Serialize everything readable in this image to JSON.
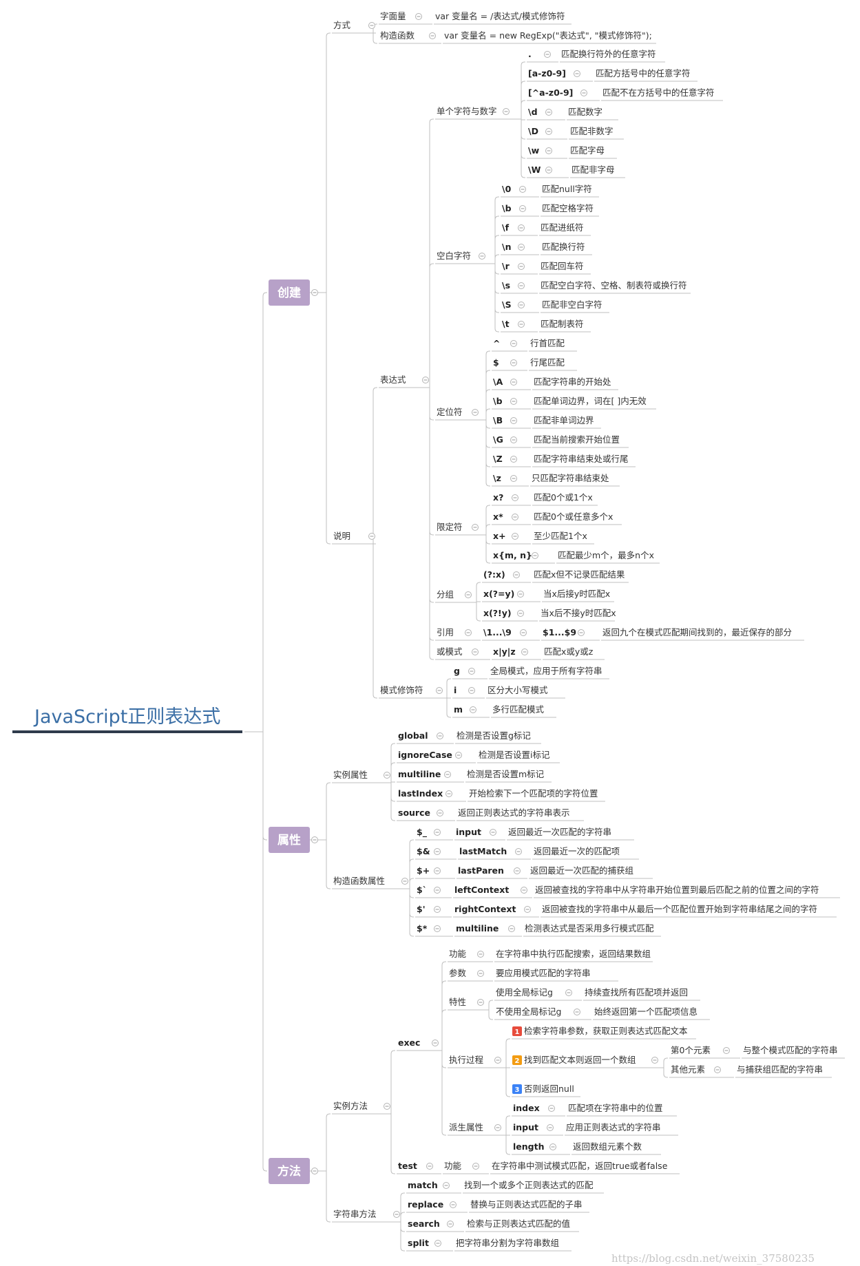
{
  "root": "JavaScript正则表达式",
  "watermark": "https://blog.csdn.net/weixin_37580235",
  "colors": {
    "root_text": "#3a6ea5",
    "level1_box": "#b7a1c8",
    "lines": "#bfbfbf",
    "badge1": "#e74c3c",
    "badge2": "#f39c12",
    "badge3": "#3b82f6"
  },
  "nodes": {
    "c": "创建",
    "p": "属性",
    "m": "方法",
    "c_fs": "方式",
    "c_fs_1": "字面量",
    "c_fs_1a": "var 变量名 = /表达式/模式修饰符",
    "c_fs_2": "构造函数",
    "c_fs_2a": "var 变量名 = new RegExp(\"表达式\", \"模式修饰符\");",
    "c_sm": "说明",
    "c_bds": "表达式",
    "dz": "单个字符与数字",
    "dz1": ".",
    "dz1a": "匹配换行符外的任意字符",
    "dz2": "[a-z0-9]",
    "dz2a": "匹配方括号中的任意字符",
    "dz3": "[^a-z0-9]",
    "dz3a": "匹配不在方括号中的任意字符",
    "dz4": "\\d",
    "dz4a": "匹配数字",
    "dz5": "\\D",
    "dz5a": "匹配非数字",
    "dz6": "\\w",
    "dz6a": "匹配字母",
    "dz7": "\\W",
    "dz7a": "匹配非字母",
    "kb": "空白字符",
    "kb1": "\\0",
    "kb1a": "匹配null字符",
    "kb2": "\\b",
    "kb2a": "匹配空格字符",
    "kb3": "\\f",
    "kb3a": "匹配进纸符",
    "kb4": "\\n",
    "kb4a": "匹配换行符",
    "kb5": "\\r",
    "kb5a": "匹配回车符",
    "kb6": "\\s",
    "kb6a": "匹配空白字符、空格、制表符或换行符",
    "kb7": "\\S",
    "kb7a": "匹配非空白字符",
    "kb8": "\\t",
    "kb8a": "匹配制表符",
    "dw": "定位符",
    "dw1": "^",
    "dw1a": "行首匹配",
    "dw2": "$",
    "dw2a": "行尾匹配",
    "dw3": "\\A",
    "dw3a": "匹配字符串的开始处",
    "dw4": "\\b",
    "dw4a": "匹配单词边界，词在[ ]内无效",
    "dw5": "\\B",
    "dw5a": "匹配非单词边界",
    "dw6": "\\G",
    "dw6a": "匹配当前搜索开始位置",
    "dw7": "\\Z",
    "dw7a": "匹配字符串结束处或行尾",
    "dw8": "\\z",
    "dw8a": "只匹配字符串结束处",
    "xd": "限定符",
    "xd1": "x?",
    "xd1a": "匹配0个或1个x",
    "xd2": "x*",
    "xd2a": "匹配0个或任意多个x",
    "xd3": "x+",
    "xd3a": "至少匹配1个x",
    "xd4": "x{m, n}",
    "xd4a": "匹配最少m个，最多n个x",
    "fz": "分组",
    "fz1": "(?:x)",
    "fz1a": "匹配x但不记录匹配结果",
    "fz2": "x(?=y)",
    "fz2a": "当x后接y时匹配x",
    "fz3": "x(?!y)",
    "fz3a": "当x后不接y时匹配x",
    "yy": "引用",
    "yy1": "\\1...\\9",
    "yy1a": "$1...$9",
    "yy1b": "返回九个在模式匹配期间找到的，最近保存的部分",
    "hm": "或模式",
    "hm1": "x|y|z",
    "hm1a": "匹配x或y或z",
    "ms": "模式修饰符",
    "ms1": "g",
    "ms1a": "全局模式，应用于所有字符串",
    "ms2": "i",
    "ms2a": "区分大小写模式",
    "ms3": "m",
    "ms3a": "多行匹配模式",
    "slsx": "实例属性",
    "sl1": "global",
    "sl1a": "检测是否设置g标记",
    "sl2": "ignoreCase",
    "sl2a": "检测是否设置i标记",
    "sl3": "multiline",
    "sl3a": "检测是否设置m标记",
    "sl4": "lastIndex",
    "sl4a": "开始检索下一个匹配项的字符位置",
    "sl5": "source",
    "sl5a": "返回正则表达式的字符串表示",
    "gzsx": "构造函数属性",
    "gz1": "$_",
    "gz1a": "input",
    "gz1b": "返回最近一次匹配的字符串",
    "gz2": "$&",
    "gz2a": "lastMatch",
    "gz2b": "返回最近一次的匹配项",
    "gz3": "$+",
    "gz3a": "lastParen",
    "gz3b": "返回最近一次匹配的捕获组",
    "gz4": "$`",
    "gz4a": "leftContext",
    "gz4b": "返回被查找的字符串中从字符串开始位置到最后匹配之前的位置之间的字符",
    "gz5": "$'",
    "gz5a": "rightContext",
    "gz5b": "返回被查找的字符串中从最后一个匹配位置开始到字符串结尾之间的字符",
    "gz6": "$*",
    "gz6a": "multiline",
    "gz6b": "检测表达式是否采用多行模式匹配",
    "slff": "实例方法",
    "ex": "exec",
    "ex_gn": "功能",
    "ex_gna": "在字符串中执行匹配搜索，返回结果数组",
    "ex_cs": "参数",
    "ex_csa": "要应用模式匹配的字符串",
    "ex_tx": "特性",
    "ex_tx1": "使用全局标记g",
    "ex_tx1a": "持续查找所有匹配项并返回",
    "ex_tx2": "不使用全局标记g",
    "ex_tx2a": "始终返回第一个匹配项信息",
    "ex_zx": "执行过程",
    "ex_zx1": "检索字符串参数，获取正则表达式匹配文本",
    "ex_zx2": "找到匹配文本则返回一个数组",
    "ex_zx2a": "第0个元素",
    "ex_zx2aa": "与整个模式匹配的字符串",
    "ex_zx2b": "其他元素",
    "ex_zx2ba": "与捕获组匹配的字符串",
    "ex_zx3": "否则返回null",
    "ex_ps": "派生属性",
    "ex_ps1": "index",
    "ex_ps1a": "匹配项在字符串中的位置",
    "ex_ps2": "input",
    "ex_ps2a": "应用正则表达式的字符串",
    "ex_ps3": "length",
    "ex_ps3a": "返回数组元素个数",
    "ts": "test",
    "ts_gn": "功能",
    "ts_gna": "在字符串中测试模式匹配，返回true或者false",
    "zfc": "字符串方法",
    "zf1": "match",
    "zf1a": "找到一个或多个正则表达式的匹配",
    "zf2": "replace",
    "zf2a": "替换与正则表达式匹配的子串",
    "zf3": "search",
    "zf3a": "检索与正则表达式匹配的值",
    "zf4": "split",
    "zf4a": "把字符串分割为字符串数组"
  }
}
